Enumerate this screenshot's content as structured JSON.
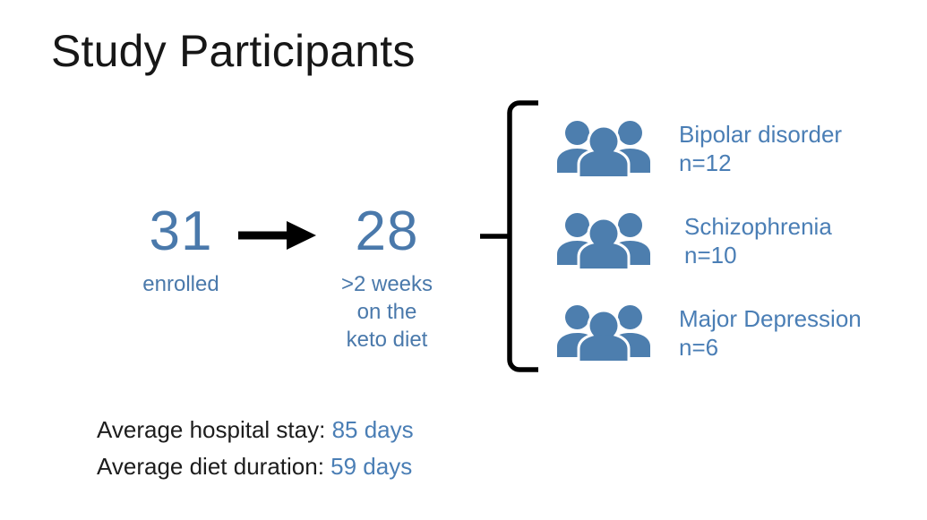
{
  "slide": {
    "title": "Study Participants",
    "background_color": "#ffffff",
    "accent_color": "#4a7eb5",
    "icon_color": "#4d7eae",
    "text_color": "#171717"
  },
  "funnel": {
    "arrow_icon": "right-arrow-icon",
    "steps": [
      {
        "number": "31",
        "caption": "enrolled"
      },
      {
        "number": "28",
        "caption": ">2 weeks\non the\nketo diet"
      }
    ]
  },
  "bracket": {
    "icon": "left-bracket-icon"
  },
  "diagnoses": [
    {
      "icon": "people-group-icon",
      "name": "Bipolar disorder",
      "n": "n=12"
    },
    {
      "icon": "people-group-icon",
      "name": "Schizophrenia",
      "n": "n=10"
    },
    {
      "icon": "people-group-icon",
      "name": "Major Depression",
      "n": "n=6"
    }
  ],
  "footer": [
    {
      "label": "Average hospital stay: ",
      "value": "85 days"
    },
    {
      "label": "Average diet duration: ",
      "value": "59 days"
    }
  ]
}
